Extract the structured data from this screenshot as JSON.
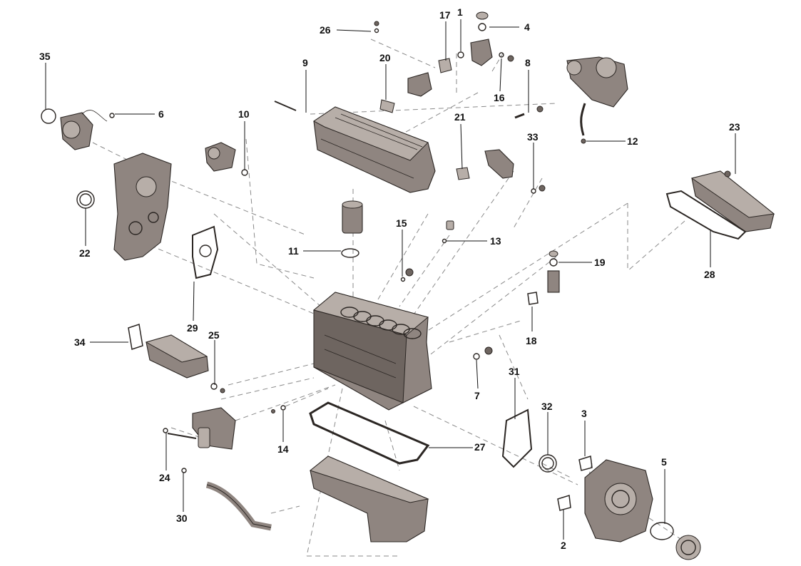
{
  "diagram": {
    "labels": {
      "p1": "1",
      "p2": "2",
      "p3": "3",
      "p4": "4",
      "p5": "5",
      "p6": "6",
      "p7": "7",
      "p8": "8",
      "p9": "9",
      "p10": "10",
      "p11": "11",
      "p12": "12",
      "p13": "13",
      "p14": "14",
      "p15": "15",
      "p16": "16",
      "p17": "17",
      "p18": "18",
      "p19": "19",
      "p20": "20",
      "p21": "21",
      "p22": "22",
      "p23": "23",
      "p24": "24",
      "p25": "25",
      "p26": "26",
      "p27": "27",
      "p28": "28",
      "p29": "29",
      "p30": "30",
      "p31": "31",
      "p32": "32",
      "p33": "33",
      "p34": "34",
      "p35": "35"
    },
    "colors": {
      "part_fill": "#8f8580",
      "outline": "#2b2623",
      "dash": "#8a8a8a"
    }
  }
}
